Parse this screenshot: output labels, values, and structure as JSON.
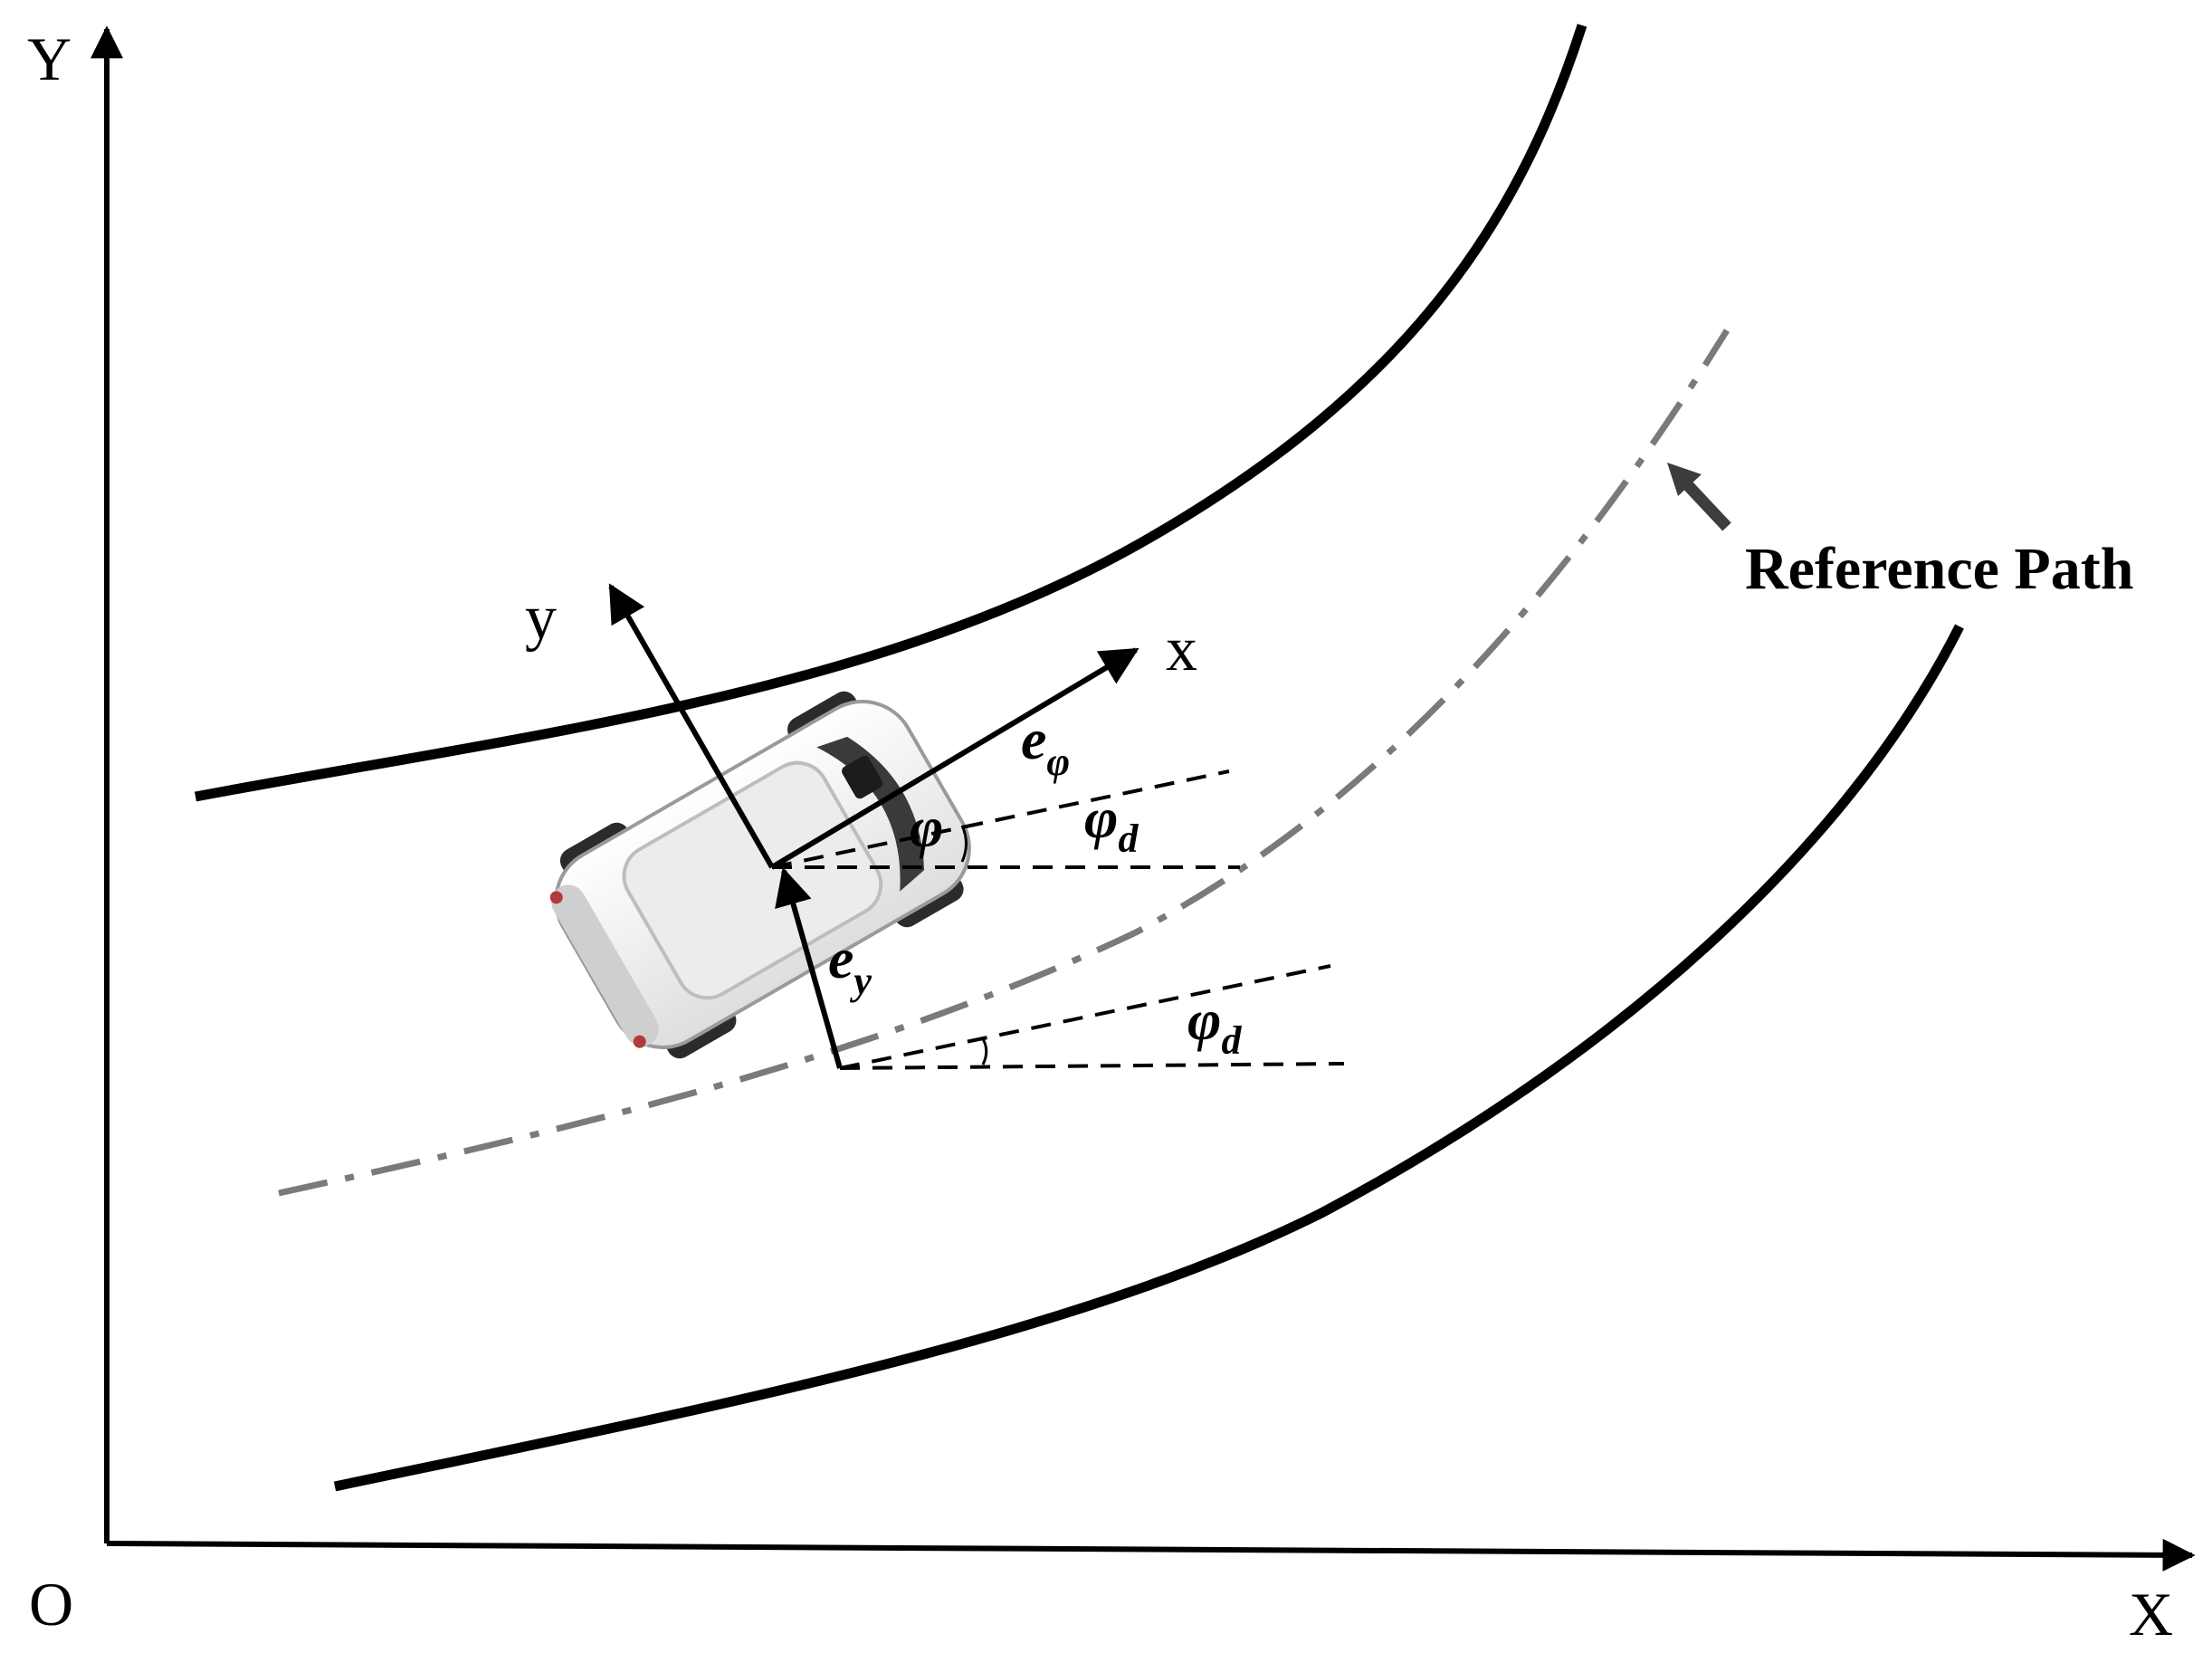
{
  "axes": {
    "origin_label": "O",
    "x_label": "X",
    "y_label": "Y"
  },
  "vehicle_frame": {
    "x_label": "x",
    "y_label": "y"
  },
  "errors": {
    "heading_error": {
      "base": "e",
      "sub": "φ"
    },
    "lateral_error": {
      "base": "e",
      "sub": "y"
    }
  },
  "angles": {
    "heading": "φ",
    "desired_heading_upper": {
      "base": "φ",
      "sub": "d"
    },
    "desired_heading_lower": {
      "base": "φ",
      "sub": "d"
    }
  },
  "reference_path": {
    "label": "Reference Path",
    "color": "#7a7a7a"
  },
  "colors": {
    "lines": "#000000",
    "car_body": "#f2f2f2",
    "car_outline": "#9a9a9a",
    "tires": "#2b2b2b",
    "callout_arrow": "#3d3d3d"
  },
  "icons": {
    "vehicle": "car-top-view-icon"
  }
}
